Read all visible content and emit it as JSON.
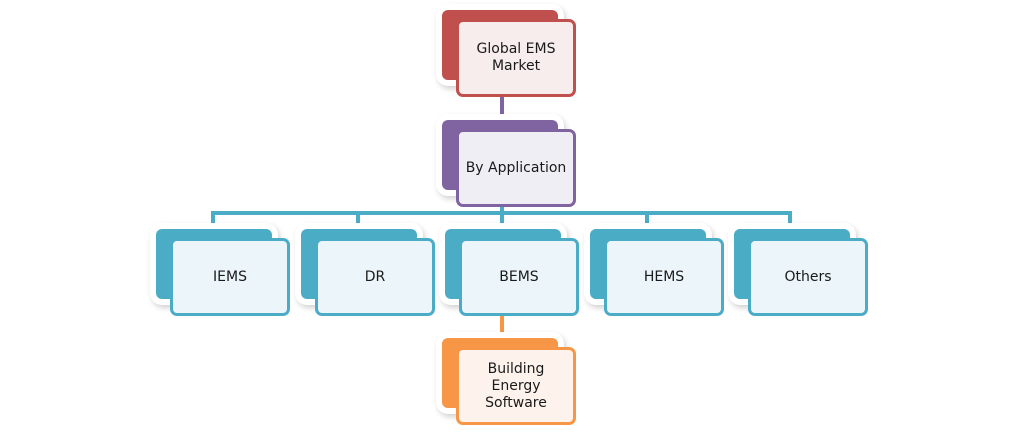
{
  "colors": {
    "root": "#c0504d",
    "root_fill": "#f7eded",
    "level1": "#8064a2",
    "level1_fill": "#f0eef5",
    "level2": "#4bacc6",
    "level2_fill": "#ecf5f9",
    "leaf": "#f79646",
    "leaf_fill": "#fdf3ec",
    "connector_root": "#8064a2",
    "connector_children": "#4bacc6",
    "connector_leaf": "#f79646"
  },
  "root": {
    "label": "Global EMS Market"
  },
  "level1": {
    "label": "By Application"
  },
  "children": [
    {
      "label": "IEMS"
    },
    {
      "label": "DR"
    },
    {
      "label": "BEMS"
    },
    {
      "label": "HEMS"
    },
    {
      "label": "Others"
    }
  ],
  "leaf": {
    "label": "Building Energy Software"
  }
}
